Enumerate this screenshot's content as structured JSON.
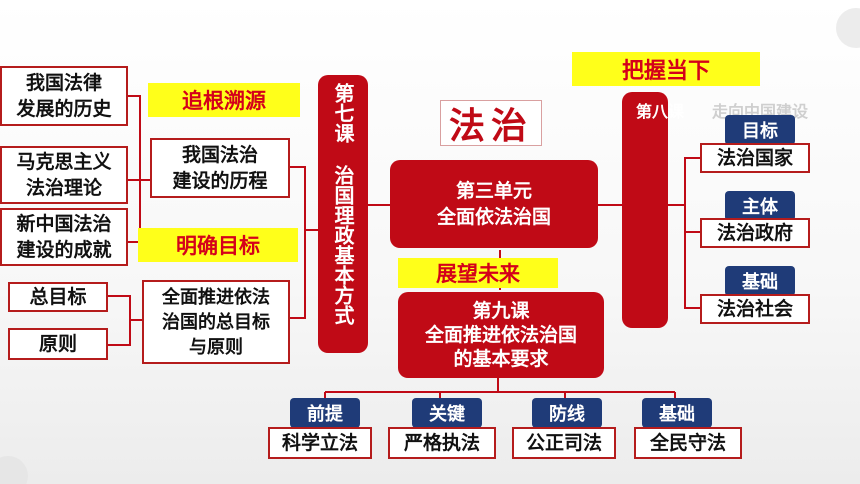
{
  "colors": {
    "red": "#c00a16",
    "box_border": "#b51c1c",
    "highlight": "#ffff1a",
    "highlight_text": "#d4001a",
    "tag": "#1f3b78"
  },
  "title": "法治",
  "center": {
    "unit_label": "第三单元",
    "unit_title": "全面依法治国"
  },
  "lesson7": {
    "label": "第七课",
    "title": "治国理政基本方式"
  },
  "lesson8": {
    "label": "第八课",
    "title": "走向中国建设"
  },
  "lesson9": {
    "label": "第九课",
    "title": "全面推进依法治国\n的基本要求"
  },
  "highlights": {
    "trace": "追根溯源",
    "goal": "明确目标",
    "present": "把握当下",
    "future": "展望未来"
  },
  "left_outer": [
    "我国法律\n发展的历史",
    "马克思主义\n法治理论",
    "新中国法治\n建设的成就"
  ],
  "left_mid": {
    "history": "我国法治\n建设的历程",
    "goal": "全面推进依法\n治国的总目标\n与原则"
  },
  "left_small": [
    "总目标",
    "原则"
  ],
  "right_items": [
    {
      "tag": "目标",
      "value": "法治国家"
    },
    {
      "tag": "主体",
      "value": "法治政府"
    },
    {
      "tag": "基础",
      "value": "法治社会"
    }
  ],
  "bottom_items": [
    {
      "tag": "前提",
      "value": "科学立法"
    },
    {
      "tag": "关键",
      "value": "严格执法"
    },
    {
      "tag": "防线",
      "value": "公正司法"
    },
    {
      "tag": "基础",
      "value": "全民守法"
    }
  ]
}
